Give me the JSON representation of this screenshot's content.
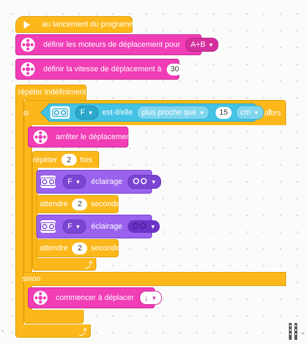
{
  "script": {
    "hat_label": "au lancement du programme",
    "set_motors_label": "définir les moteurs de déplacement pour",
    "set_motors_value": "A+B",
    "set_speed_label": "définir la vitesse de déplacement à",
    "set_speed_value": "30",
    "set_speed_unit": "%",
    "forever_label": "répéter indéfiniment",
    "if_label": "si",
    "if_then_label": "alors",
    "condition": {
      "port": "F",
      "is_it_label": "est-il/elle",
      "comparison": "plus proche que",
      "distance": "15",
      "unit": "cm",
      "question": "?"
    },
    "stop_move_label": "arrêter le déplacement",
    "repeat_label": "répéter",
    "repeat_count": "2",
    "repeat_times_label": "fois",
    "light1": {
      "port": "F",
      "label": "éclairage"
    },
    "wait1": {
      "label": "attendre",
      "value": "2",
      "unit": "secondes"
    },
    "light2": {
      "port": "F",
      "label": "éclairage"
    },
    "wait2": {
      "label": "attendre",
      "value": "2",
      "unit": "secondes"
    },
    "else_label": "sinon",
    "start_move_label": "commencer à déplacer",
    "start_move_dir": "↓"
  },
  "colors": {
    "events": "#fcb81b",
    "motion": "#f13db6",
    "light": "#9a62ed",
    "sensor": "#45c3e4"
  },
  "icons": [
    "play-flag-icon",
    "motor-pair-icon",
    "distance-sensor-icon",
    "repeat-arrow-icon",
    "eyes-off-icon",
    "eyes-outline-icon",
    "drag-grip-icon"
  ]
}
